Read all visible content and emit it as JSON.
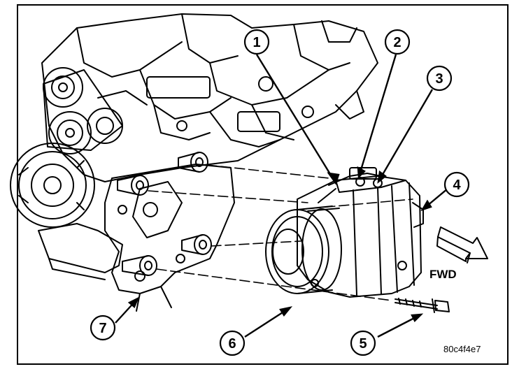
{
  "diagram": {
    "direction_label": "FWD",
    "figure_code": "80c4f4e7",
    "callouts": [
      "1",
      "2",
      "3",
      "4",
      "5",
      "6",
      "7"
    ],
    "colors": {
      "line": "#000000",
      "background": "#ffffff"
    }
  }
}
